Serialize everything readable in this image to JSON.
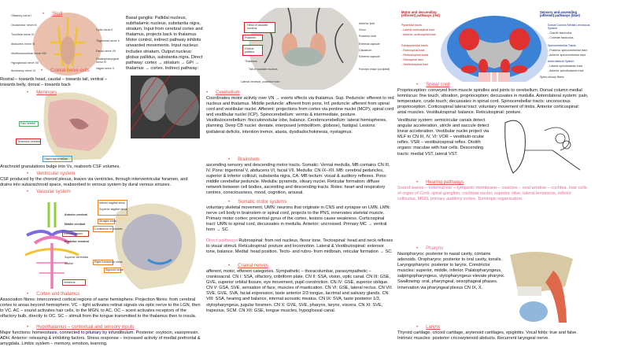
{
  "sections": {
    "skull": {
      "heading": "Skull"
    },
    "cn_exits": {
      "heading": "Cranial nerve exits"
    },
    "meninges": {
      "heading": "Meninges"
    },
    "ventricular": {
      "heading": "Ventricular system",
      "text": "CSF produced by the choroid plexus, leaves via ventricles, through interventricular foramen, and drains into subarachnoid space, reabsorbed to venous system by dural venous sinuses."
    },
    "vascular": {
      "heading": "Vascular system"
    },
    "cortex": {
      "heading": "Cortex and thalamus",
      "text": "Association fibres: interconnect cortical regions of same hemisphere. Projection fibres: from cerebral cortex to areas beyond hemisphere. VC – light activates retinal signals via optic nerve to the LGN, then to VC. AC – sound activates hair cells, to the MGN, to AC. OC – scent activates receptors of the olfactory bulb, directly to OC. SC – stimuli from the tongue transmitted to the thalamus then to insula."
    },
    "hypothalamus": {
      "heading": "Hypothalamus – contextual and sensory inputs",
      "text": "Major functions: homeostasis, connected to pituitary by infundibulum. Posterior: oxytocin, vasopressin. ADH. Anterior: releasing & inhibiting factors. Stress response – increased activity of medial prefrontal & amygdala. Limbic system – memory, emotion, learning."
    },
    "orientation": {
      "text": "Rostral – towards head, caudal – towards tail, ventral – towards belly, dorsal – towards back"
    },
    "meninges_note": {
      "text": "Arachnoid granulations bulge into Vs, reabsorb CSF volumes."
    },
    "basal_ganglia": {
      "text": "Basal ganglia: Pallidal nucleus, subthalamic nucleus, substantia nigra, striatum. Input from cerebral cortex and thalamus, projects back to thalamus. Motor control, indirect pathway inhibits unwanted movements. Input nucleus: includes striatum. Output nucleus: globus pallidus, substantia nigra. Direct pathway: cortex → striatum → GPi → thalamus → cortex. Indirect pathway: increased inhibition of thalamus, decreased motor output."
    },
    "cerebellum": {
      "heading": "Cerebellum",
      "text": "Coordinates motor activity over VN → exerts effects via thalamus. Sup. Peduncle: efferent to red nucleus and thalamus. Middle peduncle: afferent from pons. Inf. peduncle: afferent from spinal cord and vestibular nuclei. Afferent: projections from cortex via pontine nuclei (MCP), spinal cord and vestibular nuclei (ICP). Spinocerebellum: vermis & intermediate, posture. Vestibulocerebellum: flocculonodular lobe, balance. Cerebrocerebellum: lateral hemispheres, planning. Deep CB nuclei: dentate, interposed (emboliform, globose), fastigial. Lesions: ipsilateral deficits, intention tremor, ataxia, dysdiadochokinesia, nystagmus."
    },
    "brainstem": {
      "heading": "Brainstem",
      "text": "ascending sensory and descending motor tracts. Somatic: Vernal medulla, MB contains CN III, IV. Pons: trigeminal V, abducens VI, facial VII. Medulla: CN IX–XII. MB: cerebral peduncles, superior & inferior colliculi, substantia nigra, CA. MB tectum: visual & auditory reflexes. Pons: middle cerebellar peduncle. Medulla: pyramids, olivary nuclei. Reticular formation: diffuse network between cell bodies, ascending and descending tracts. Roles: heart and respiratory centres, consciousness, mood, cognition, arousal."
    },
    "somatic_motor": {
      "heading": "Somatic motor systems",
      "text": "voluntary skeletal movement. UMN: neurons that originate in CNS and synapse on LMN. LMN: nerve cell body in brainstem or spinal cord, projects to the PNS, innervates skeletal muscle. Primary motor cortex: precentral gyrus of the cortex, lesions cause weakness. Corticospinal tract: UMN to spinal cord, decussates in medulla. Anterior: uncrossed. Primary MC → ventral horn → SC."
    },
    "direct_pathways": {
      "heading": "Direct pathways",
      "text": "Rubrospinal: from red nucleus, flexor tone. Tectospinal: head and neck reflexes to visual stimuli. Reticulospinal: posture and locomotion. Lateral & Vestibulospinal: extensor tone, balance. Medial: head position. Tecto- and rubro- from midbrain, reticular formation → SC."
    },
    "cranial_nerves": {
      "heading": "Cranial nerves",
      "text": "afferent, motor, efferent categories. Sympathetic – thoracolumbar, parasympathetic – craniosacral. CN I: SSA, olfactory, cribriform plate. CN II: SSA, vision, optic canal. CN III: GSE, GVE, superior orbital fissure, eye movement, pupil constriction. CN IV: GSE, superior oblique. CN V: GSA, SVE, sensation of face, muscles of mastication. CN VI: GSE, lateral rectus. CN VII: SVE, GVE, SVA, facial expression, taste anterior 2/3 tongue, lacrimal and salivary glands. CN VIII: SSA, hearing and balance, internal acoustic meatus. CN IX: SVA, taste posterior 1/3, stylopharyngeus, jugular foramen. CN X: GVE, SVE, pharynx, larynx, viscera. CN XI: SVE, trapezius, SCM. CN XII: GSE, tongue muscles, hypoglossal canal."
    },
    "spinal_cord": {
      "heading": "Spinal cord",
      "text": "Proprioception: conveyed from muscle spindles and joints to cerebellum. Dorsal column medial lemniscus: fine touch, vibration, proprioception; decussates in medulla. Anterolateral system: pain, temperature, crude touch; decussates in spinal cord. Spinocerebellar tracts: unconscious proprioception. Corticospinal lateral tract: voluntary movement of limbs. Anterior corticospinal: axial muscles. Vestibulospinal: balance. Reticulospinal: posture."
    },
    "vestibular": {
      "text": "Vestibular system: semicircular canals detect angular acceleration, utricle and saccule detect linear acceleration. Vestibular nuclei project via MLF to CN III, IV, VI: VOR – vestibulo-ocular reflex. VSR – vestibulospinal reflex. Otolith organs: maculae with hair cells. Descending tracts: medial VST, lateral VST."
    },
    "hearing": {
      "heading": "Hearing pathways",
      "text": "Sound waves – external ear – tympanic membrane – ossicles – oval window – cochlea. Hair cells of organ of Corti, spiral ganglion, cochlear nuclei, superior olive, lateral lemniscus, inferior colliculus, MGN, primary auditory cortex. Tonotopic organisation."
    },
    "pharynx": {
      "heading": "Pharynx",
      "text": "Nasopharynx: posterior to nasal cavity, contains adenoids. Oropharynx: posterior to oral cavity, tonsils. Laryngopharynx: posterior to larynx. Constrictor muscles: superior, middle, inferior. Palatopharyngeus, salpingopharyngeus, stylopharyngeus elevate pharynx. Swallowing: oral, pharyngeal, oesophageal phases. Innervation via pharyngeal plexus CN IX, X."
    },
    "larynx": {
      "heading": "Larynx",
      "text": "Thyroid cartilage, cricoid cartilage, arytenoid cartilages, epiglottis. Vocal folds: true and false. Intrinsic muscles: posterior cricoarytenoid abducts. Recurrent laryngeal nerve."
    }
  },
  "figures": {
    "brain_base": {
      "labels": [
        "Olfactory nerve I",
        "Oculomotor nerve III",
        "Trochlear nerve IV",
        "Abducens nerve VI",
        "Vestibulocochlear nerve VIII",
        "Hypoglossal nerve XII",
        "Accessory nerve XI",
        "Optic nerve II",
        "Trigeminal nerve V",
        "Facial nerve VII",
        "Glossopharyngeal nerve IX",
        "Vagus nerve X"
      ]
    },
    "axial_brain": {
      "boxed": [
        "Head of caudate nucleus",
        "Putamen",
        "Globus pallidus"
      ],
      "labels": [
        "Thalamus",
        "Tail of caudate nucleus",
        "Lateral ventricle, posterior horn",
        "Anterior limb",
        "Genu",
        "Posterior limb",
        "External capsule",
        "Claustrum",
        "Extreme capsule",
        "Forceps major (occipital)"
      ]
    },
    "spinal_diagram": {
      "left_title": "Motor and descending (efferent) pathways (red)",
      "right_title": "Sensory and ascending (afferent) pathways (blue)",
      "left": [
        "Pyramidal tracts",
        "- Lateral corticospinal tract",
        "- Anterior corticospinal tract",
        "Extrapyramidal tracts",
        "- Rubrospinal tract",
        "- Reticulospinal tracts",
        "- Olivospinal tract",
        "- Vestibulospinal tract"
      ],
      "right": [
        "Dorsal Column Medial Lemniscus System",
        "- Gracile fasciculus",
        "- Cuneate fasciculus",
        "Spinocerebellar Tracts",
        "- Posterior spinocerebellar tract",
        "- Anterior spinocerebellar tract",
        "Anterolateral System",
        "- Lateral spinothalamic tract",
        "- Anterior spinothalamic tract",
        "Spino-olivary fibers"
      ]
    },
    "meninges_fig": {
      "labels": [
        "Falx cerebri",
        "Tentorium cerebelli",
        "Diaphragma sellae"
      ]
    },
    "circle_willis": {
      "labels": [
        "Anterior cerebral",
        "Middle cerebral",
        "Internal carotid",
        "Posterior cerebral",
        "Superior cerebellar",
        "Basilar",
        "Vertebral"
      ]
    },
    "sinuses": {
      "labels": [
        "Inferior sagittal sinus",
        "Superior sagittal sinus",
        "Straight sinus",
        "Confluence of sinuses",
        "Right transverse sinus",
        "Sigmoid sinus"
      ]
    }
  },
  "colors": {
    "heading": "#e8534a",
    "highlight": "#f06a9a",
    "box_red": "#e02020",
    "box_orange": "#e8832a",
    "box_green": "#4caf6a",
    "box_blue": "#4a9fd0"
  }
}
